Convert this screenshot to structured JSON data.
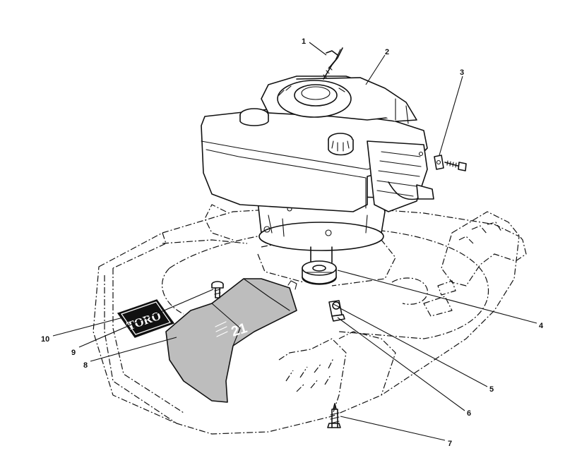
{
  "diagram": {
    "callouts": [
      {
        "id": "1",
        "label": "1"
      },
      {
        "id": "2",
        "label": "2"
      },
      {
        "id": "3",
        "label": "3"
      },
      {
        "id": "4",
        "label": "4"
      },
      {
        "id": "5",
        "label": "5"
      },
      {
        "id": "6",
        "label": "6"
      },
      {
        "id": "7",
        "label": "7"
      },
      {
        "id": "8",
        "label": "8"
      },
      {
        "id": "9",
        "label": "9"
      },
      {
        "id": "10",
        "label": "10"
      }
    ],
    "logo_text": "TORO",
    "deflector_text": "21"
  }
}
